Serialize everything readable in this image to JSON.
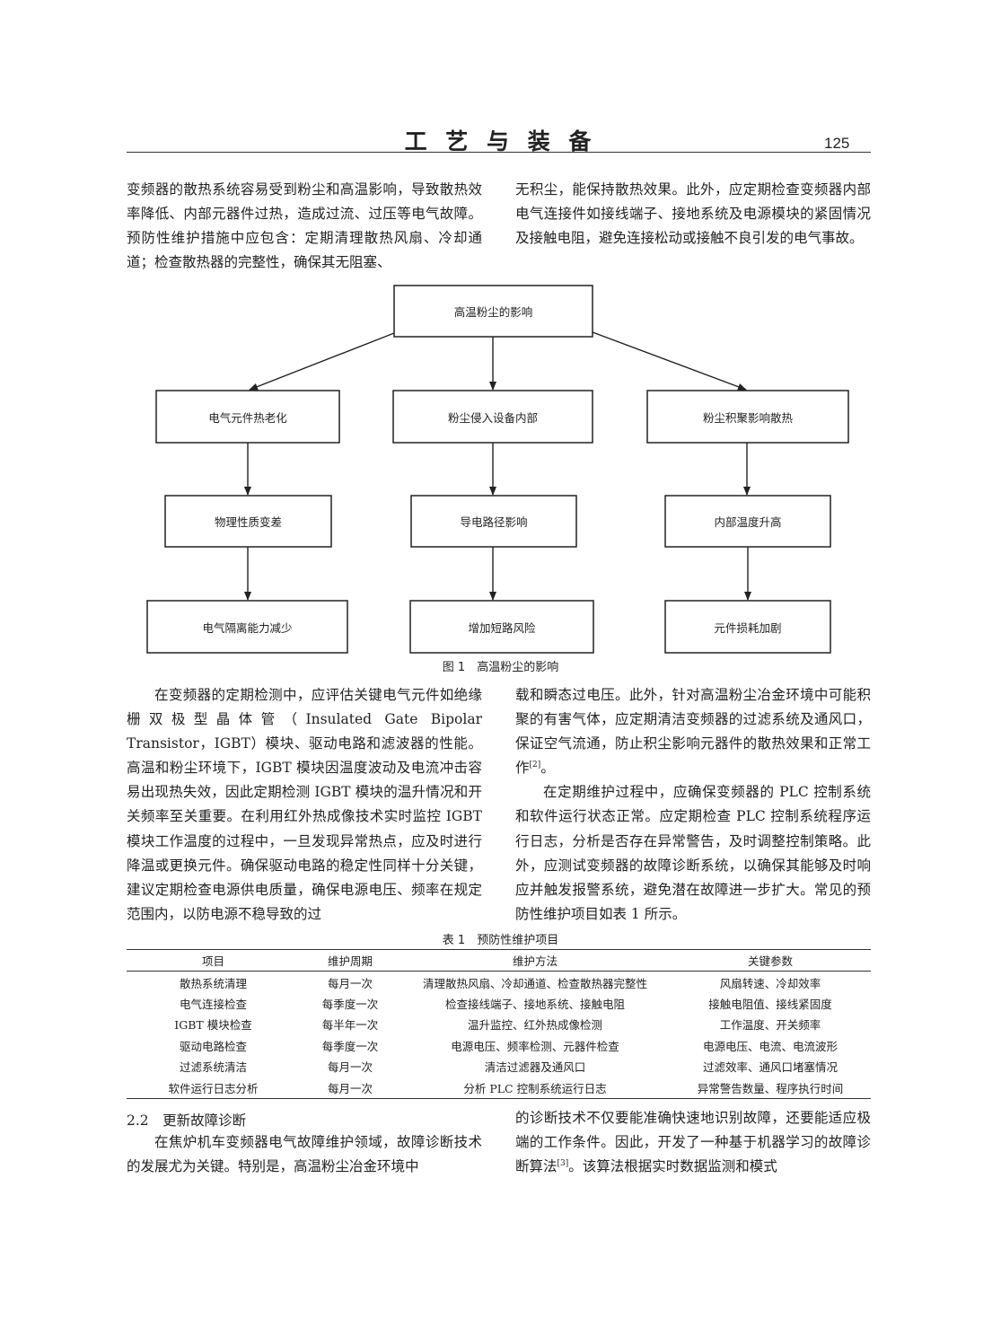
{
  "header": {
    "title": "工 艺 与 装 备",
    "page_number": "125"
  },
  "top_text": {
    "left": "变频器的散热系统容易受到粉尘和高温影响，导致散热效率降低、内部元器件过热，造成过流、过压等电气故障。预防性维护措施中应包含：定期清理散热风扇、冷却通道；检查散热器的完整性，确保其无阻塞、",
    "right": "无积尘，能保持散热效果。此外，应定期检查变频器内部电气连接件如接线端子、接地系统及电源模块的紧固情况及接触电阻，避免连接松动或接触不良引发的电气事故。"
  },
  "figure": {
    "root": "高温粉尘的影响",
    "branches": [
      {
        "level1": "电气元件热老化",
        "level2": "物理性质变差",
        "level3": "电气隔离能力减少"
      },
      {
        "level1": "粉尘侵入设备内部",
        "level2": "导电路径影响",
        "level3": "增加短路风险"
      },
      {
        "level1": "粉尘积聚影响散热",
        "level2": "内部温度升高",
        "level3": "元件损耗加剧"
      }
    ],
    "caption": "图 1　高温粉尘的影响"
  },
  "middle_text": {
    "left": "在变频器的定期检测中，应评估关键电气元件如绝缘栅双极型晶体管（Insulated Gate Bipolar Transistor，IGBT）模块、驱动电路和滤波器的性能。高温和粉尘环境下，IGBT 模块因温度波动及电流冲击容易出现热失效，因此定期检测 IGBT 模块的温升情况和开关频率至关重要。在利用红外热成像技术实时监控 IGBT 模块工作温度的过程中，一旦发现异常热点，应及时进行降温或更换元件。确保驱动电路的稳定性同样十分关键，建议定期检查电源供电质量，确保电源电压、频率在规定范围内，以防电源不稳导致的过",
    "right_p1": "载和瞬态过电压。此外，针对高温粉尘冶金环境中可能积聚的有害气体，应定期清洁变频器的过滤系统及通风口，保证空气流通，防止积尘影响元器件的散热效果和正常工作",
    "right_p1_cite": "[2]",
    "right_p1_end": "。",
    "right_p2": "在定期维护过程中，应确保变频器的 PLC 控制系统和软件运行状态正常。应定期检查 PLC 控制系统程序运行日志，分析是否存在异常警告，及时调整控制策略。此外，应测试变频器的故障诊断系统，以确保其能够及时响应并触发报警系统，避免潜在故障进一步扩大。常见的预防性维护项目如表 1 所示。"
  },
  "table": {
    "caption": "表 1　预防性维护项目",
    "headers": [
      "项目",
      "维护周期",
      "维护方法",
      "关键参数"
    ],
    "rows": [
      [
        "散热系统清理",
        "每月一次",
        "清理散热风扇、冷却通道、检查散热器完整性",
        "风扇转速、冷却效率"
      ],
      [
        "电气连接检查",
        "每季度一次",
        "检查接线端子、接地系统、接触电阻",
        "接触电阻值、接线紧固度"
      ],
      [
        "IGBT 模块检查",
        "每半年一次",
        "温升监控、红外热成像检测",
        "工作温度、开关频率"
      ],
      [
        "驱动电路检查",
        "每季度一次",
        "电源电压、频率检测、元器件检查",
        "电源电压、电流、电流波形"
      ],
      [
        "过滤系统清洁",
        "每月一次",
        "清洁过滤器及通风口",
        "过滤效率、通风口堵塞情况"
      ],
      [
        "软件运行日志分析",
        "每月一次",
        "分析 PLC 控制系统运行日志",
        "异常警告数量、程序执行时间"
      ]
    ]
  },
  "section": {
    "heading": "2.2　更新故障诊断",
    "left": "在焦炉机车变频器电气故障维护领域，故障诊断技术的发展尤为关键。特别是，高温粉尘冶金环境中",
    "right_a": "的诊断技术不仅要能准确快速地识别故障，还要能适应极端的工作条件。因此，开发了一种基于机器学习的故障诊断算法",
    "right_cite": "[3]",
    "right_b": "。该算法根据实时数据监测和模式"
  }
}
